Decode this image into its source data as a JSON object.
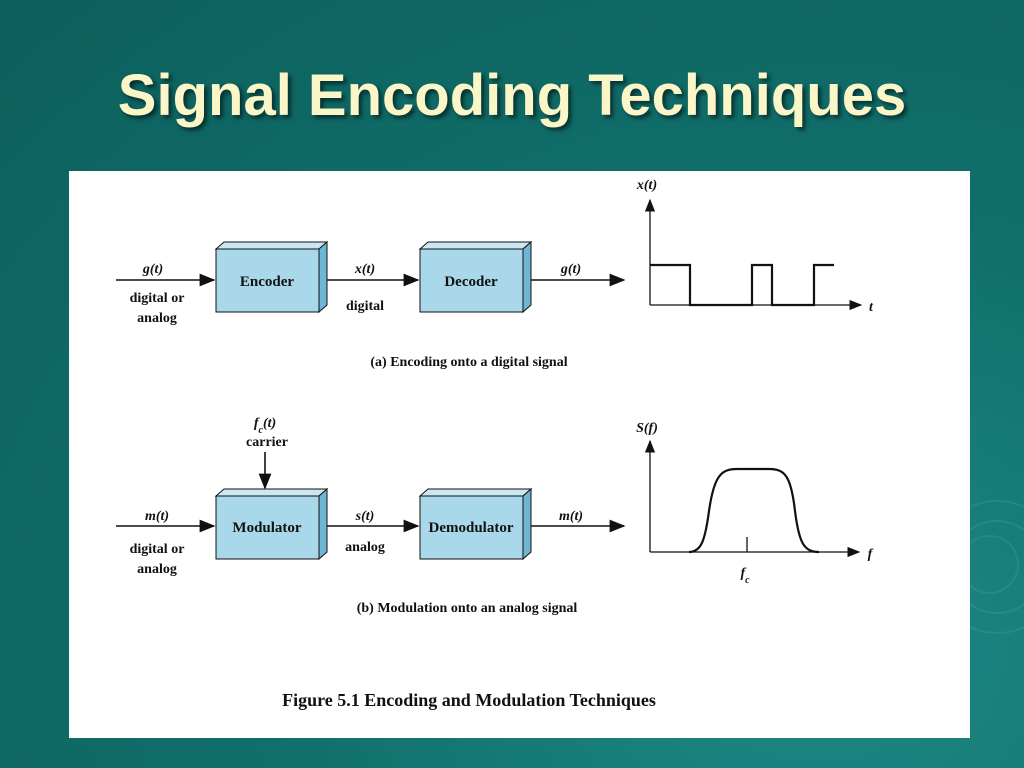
{
  "slide": {
    "title": "Signal Encoding Techniques"
  },
  "figure": {
    "part_a": {
      "input_signal": "g(t)",
      "input_note_1": "digital or",
      "input_note_2": "analog",
      "encoder_label": "Encoder",
      "mid_signal": "x(t)",
      "mid_note": "digital",
      "decoder_label": "Decoder",
      "output_signal": "g(t)",
      "caption": "(a) Encoding onto a digital signal",
      "plot_y_label": "x(t)",
      "plot_x_label": "t"
    },
    "part_b": {
      "carrier_signal": "fc(t)",
      "carrier_note": "carrier",
      "input_signal": "m(t)",
      "input_note_1": "digital or",
      "input_note_2": "analog",
      "modulator_label": "Modulator",
      "mid_signal": "s(t)",
      "mid_note": "analog",
      "demodulator_label": "Demodulator",
      "output_signal": "m(t)",
      "caption": "(b) Modulation onto an analog signal",
      "plot_y_label": "S(f)",
      "plot_x_label": "f",
      "plot_marker_label": "fc"
    },
    "figure_caption": "Figure 5.1  Encoding and Modulation Techniques"
  },
  "colors": {
    "background": "#11706c",
    "title_text": "#fbf6c8",
    "box_face": "#a9d8ea",
    "box_top": "#c9e8f3",
    "box_side": "#6fb6d2"
  }
}
